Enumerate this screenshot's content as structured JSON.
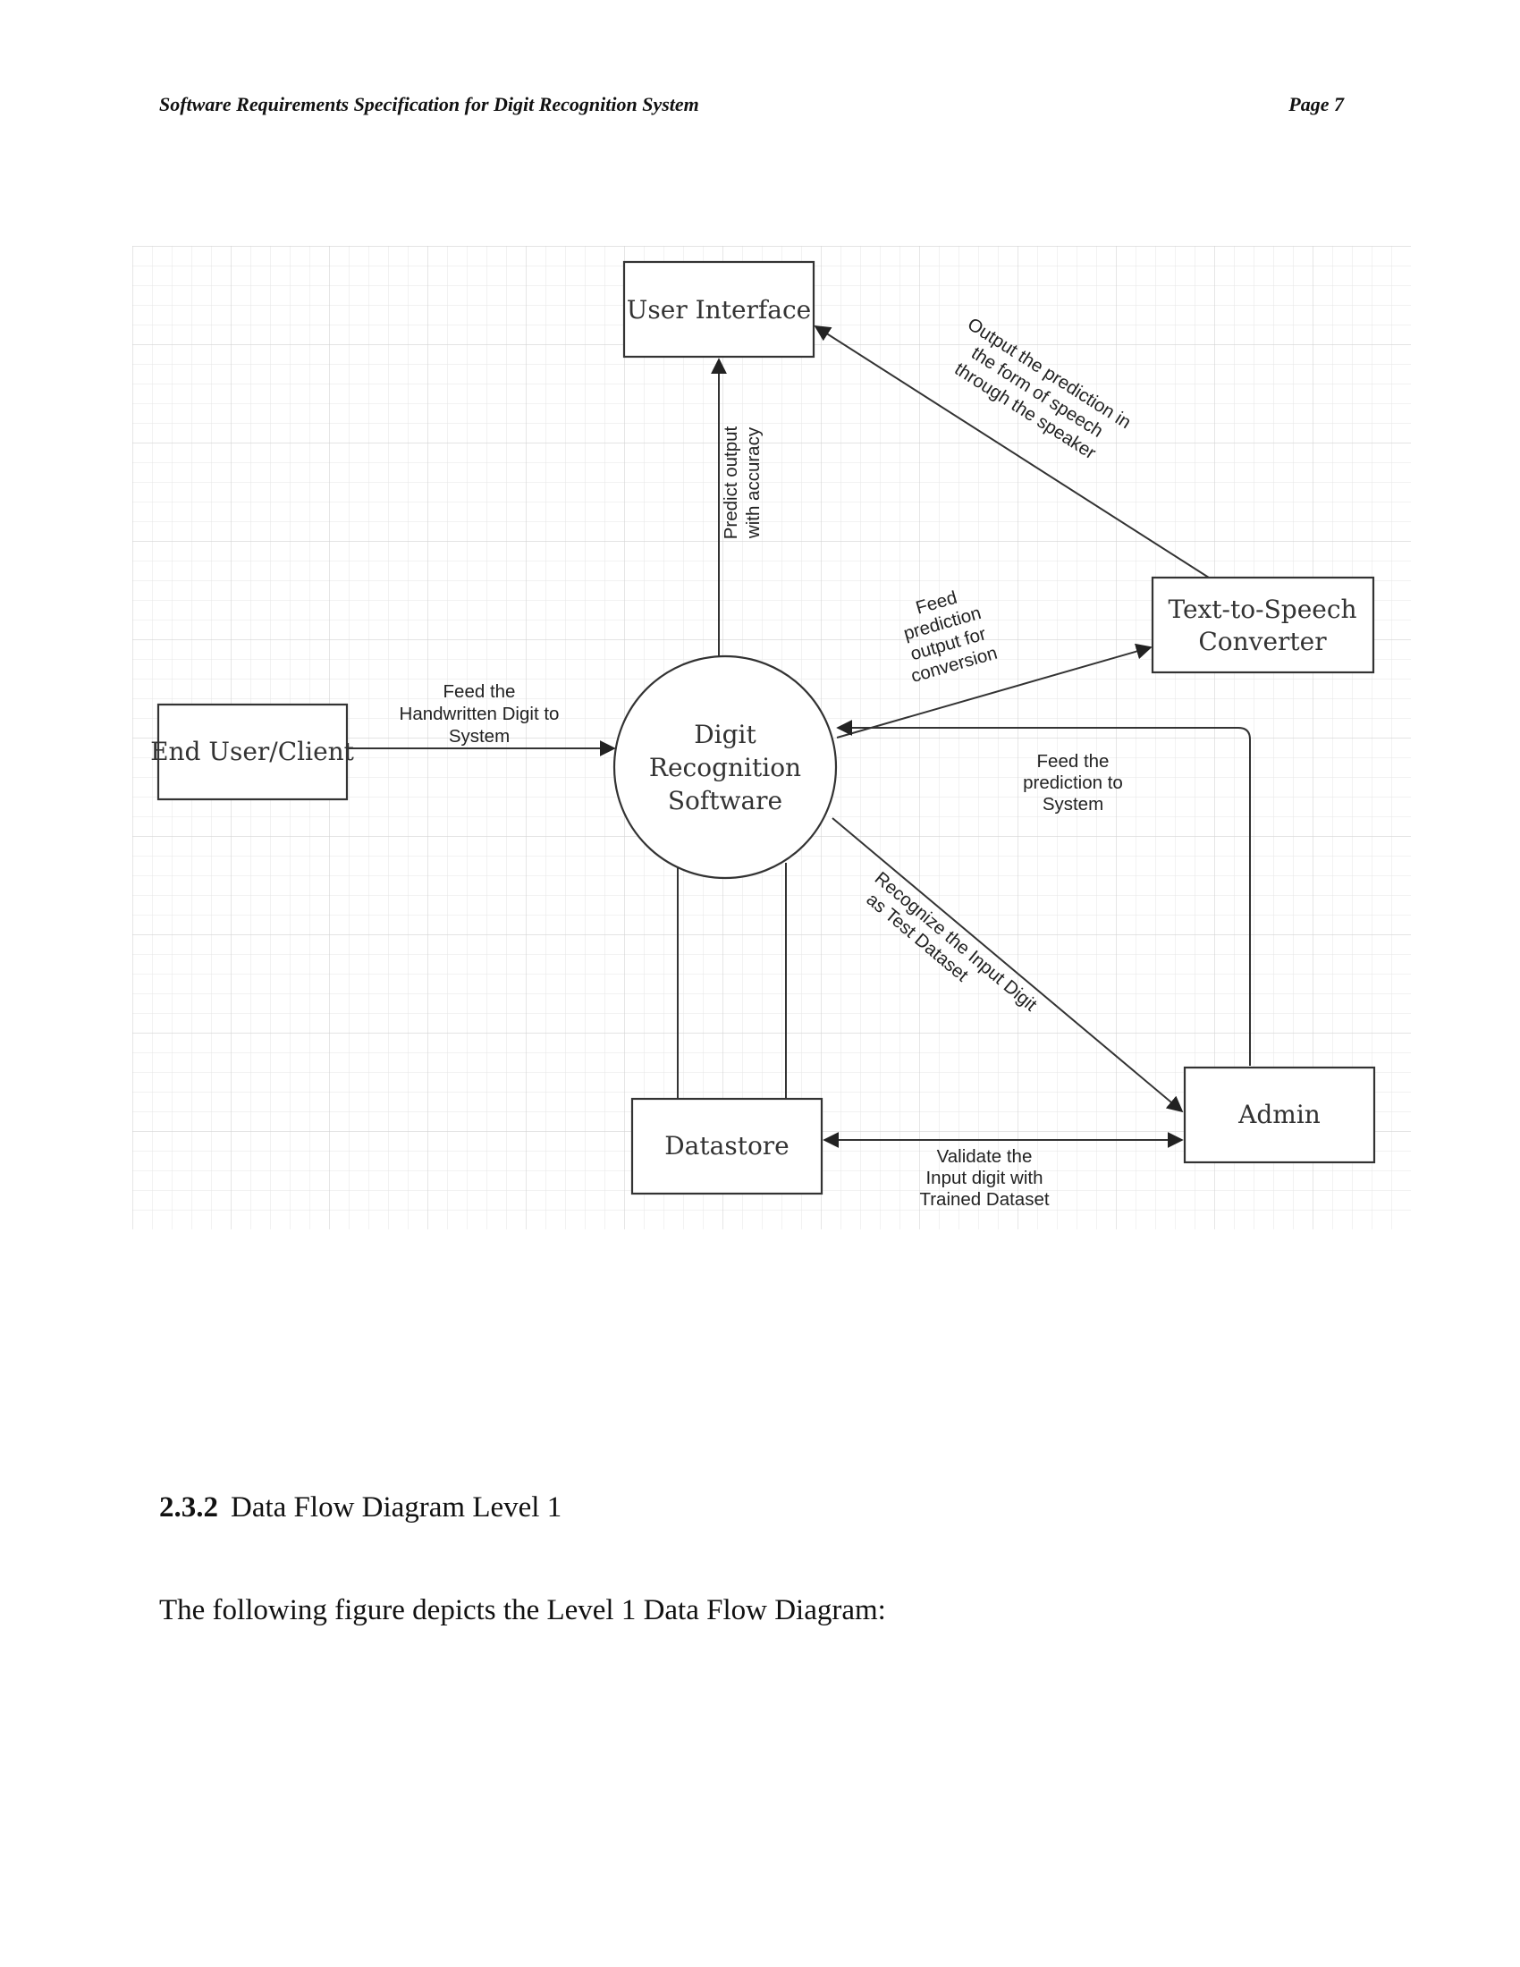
{
  "header": {
    "title": "Software Requirements Specification for Digit Recognition System",
    "page": "Page 7"
  },
  "diagram": {
    "nodes": {
      "user_interface": "User Interface",
      "end_user": "End User/Client",
      "process": [
        "Digit",
        "Recognition",
        "Software"
      ],
      "tts": [
        "Text-to-Speech",
        "Converter"
      ],
      "admin": "Admin",
      "datastore": "Datastore"
    },
    "flows": {
      "feed_digit": [
        "Feed the",
        "Handwritten Digit to",
        "System"
      ],
      "predict_output": [
        "Predict output",
        "with accuracy"
      ],
      "output_speech": [
        "Output the prediction in",
        "the form of speech",
        "through the speaker"
      ],
      "feed_prediction_conversion": [
        "Feed",
        "prediction",
        "output for",
        "conversion"
      ],
      "feed_prediction_system": [
        "Feed the",
        "prediction to",
        "System"
      ],
      "recognize_digit": [
        "Recognize the Input Digit",
        "as Test Dataset"
      ],
      "validate": [
        "Validate the",
        "Input digit with",
        "Trained Dataset"
      ]
    }
  },
  "section": {
    "number": "2.3.2",
    "title": "Data Flow Diagram Level 1"
  },
  "body_text": "The following figure depicts the Level 1 Data Flow Diagram:"
}
